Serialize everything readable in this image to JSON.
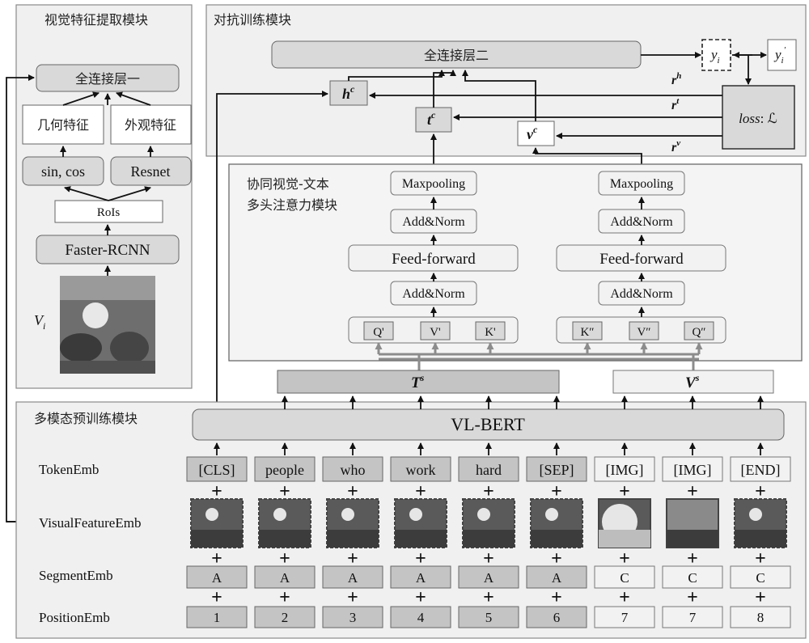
{
  "panels": {
    "visual": "视觉特征提取模块",
    "adversarial": "对抗训练模块",
    "coattn_line1": "协同视觉-文本",
    "coattn_line2": "多头注意力模块",
    "pretrain": "多模态预训练模块"
  },
  "visual_module": {
    "fc1": "全连接层一",
    "geo": "几何特征",
    "app": "外观特征",
    "sincos": "sin, cos",
    "resnet": "Resnet",
    "rois": "RoIs",
    "frcnn": "Faster-RCNN",
    "vi": "V",
    "vi_sub": "i"
  },
  "adv_module": {
    "fc2": "全连接层二",
    "h": "h",
    "t": "t",
    "v": "v",
    "sup_c": "c",
    "y": "y",
    "y_sub": "i",
    "yp": "y",
    "yp_sub": "i",
    "yp_prime": "′",
    "loss": "loss",
    "loss_sep": ": ",
    "loss_L": "ℒ",
    "r": "r",
    "rh": "h",
    "rt": "t",
    "rv": "v"
  },
  "coattn": {
    "left": {
      "maxpool": "Maxpooling",
      "addnorm": "Add&Norm",
      "ff": "Feed-forward",
      "k1": "Q'",
      "k2": "V'",
      "k3": "K'"
    },
    "right": {
      "maxpool": "Maxpooling",
      "addnorm": "Add&Norm",
      "ff": "Feed-forward",
      "k1": "K″",
      "k2": "V″",
      "k3": "Q″"
    }
  },
  "outputs": {
    "Ts": "T",
    "Vs": "V",
    "sup_s": "s"
  },
  "vlbert": "VL-BERT",
  "rows": {
    "token_label": "TokenEmb",
    "visual_label": "VisualFeatureEmb",
    "segment_label": "SegmentEmb",
    "position_label": "PositionEmb",
    "tokens": [
      "[CLS]",
      "people",
      "who",
      "work",
      "hard",
      "[SEP]",
      "[IMG]",
      "[IMG]",
      "[END]"
    ],
    "segments": [
      "A",
      "A",
      "A",
      "A",
      "A",
      "A",
      "C",
      "C",
      "C"
    ],
    "positions": [
      "1",
      "2",
      "3",
      "4",
      "5",
      "6",
      "7",
      "7",
      "8"
    ],
    "plus": "+"
  }
}
